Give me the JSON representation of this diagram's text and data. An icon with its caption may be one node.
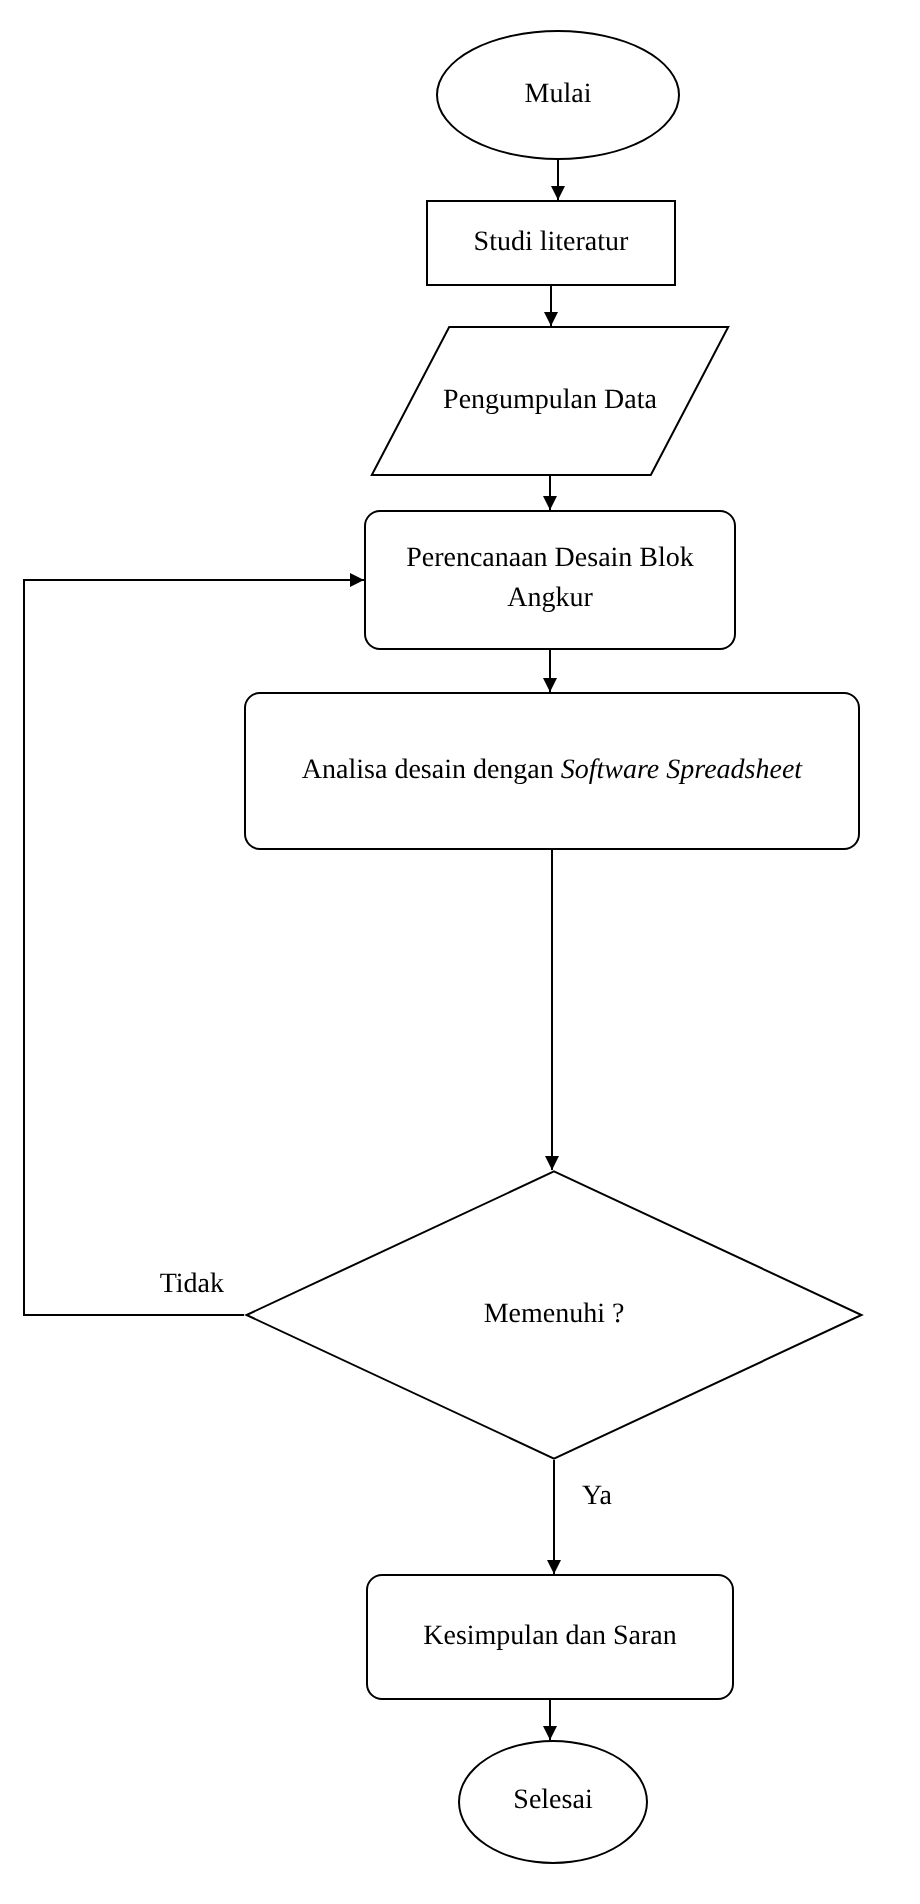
{
  "diagram": {
    "nodes": [
      {
        "text": [
          "Mulai"
        ]
      },
      {
        "text": [
          "Studi literatur"
        ]
      },
      {
        "text": [
          "Pengumpulan Data"
        ]
      },
      {
        "text": [
          "Perencanaan Desain Blok Angkur"
        ]
      },
      {
        "text": [
          "Analisa desain dengan *Software Spreadsheet*"
        ]
      },
      {
        "text": [
          "Memenuhi ?"
        ]
      },
      {
        "text": [
          "Kesimpulan dan Saran"
        ]
      },
      {
        "text": [
          "Selesai"
        ]
      }
    ],
    "edges": [
      {
        "from": 0,
        "to": 1,
        "arrow": "to"
      },
      {
        "from": 1,
        "to": 2,
        "arrow": "to"
      },
      {
        "from": 2,
        "to": 3,
        "arrow": "to"
      },
      {
        "from": 3,
        "to": 4,
        "arrow": "to"
      },
      {
        "from": 4,
        "to": 5,
        "arrow": "to"
      },
      {
        "from": 5,
        "to": 6,
        "arrow": "to",
        "label": "Ya"
      },
      {
        "from": 5,
        "to": 3,
        "arrow": "to",
        "label": "Tidak"
      },
      {
        "from": 6,
        "to": 7,
        "arrow": "to"
      }
    ]
  }
}
